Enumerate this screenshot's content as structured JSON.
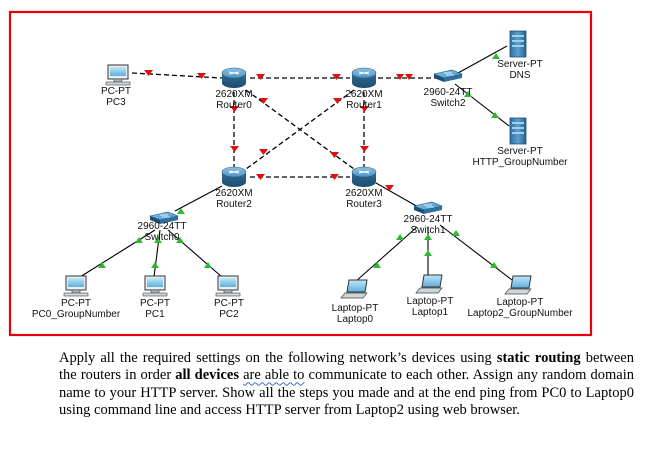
{
  "devices": {
    "pc3": {
      "line1": "PC-PT",
      "line2": "PC3"
    },
    "router0": {
      "line1": "2620XM",
      "line2": "Router0"
    },
    "router1": {
      "line1": "2620XM",
      "line2": "Router1"
    },
    "router2": {
      "line1": "2620XM",
      "line2": "Router2"
    },
    "router3": {
      "line1": "2620XM",
      "line2": "Router3"
    },
    "switch2": {
      "line1": "2960-24TT",
      "line2": "Switch2"
    },
    "switch0": {
      "line1": "2960-24TT",
      "line2": "Switch0"
    },
    "switch1": {
      "line1": "2960-24TT",
      "line2": "Switch1"
    },
    "server_dns": {
      "line1": "Server-PT",
      "line2": "DNS"
    },
    "server_http": {
      "line1": "Server-PT",
      "line2": "HTTP_GroupNumber"
    },
    "pc0": {
      "line1": "PC-PT",
      "line2": "PC0_GroupNumber"
    },
    "pc1": {
      "line1": "PC-PT",
      "line2": "PC1"
    },
    "pc2": {
      "line1": "PC-PT",
      "line2": "PC2"
    },
    "laptop0": {
      "line1": "Laptop-PT",
      "line2": "Laptop0"
    },
    "laptop1": {
      "line1": "Laptop-PT",
      "line2": "Laptop1"
    },
    "laptop2": {
      "line1": "Laptop-PT",
      "line2": "Laptop2_GroupNumber"
    }
  },
  "task": {
    "t1": "Apply all the required settings on the following network’s devices using ",
    "t2": "static routing",
    "t3": " between the routers in order ",
    "t4": "all devices",
    "t5": " ",
    "t6": "are able to",
    "t7": " communicate to each other. Assign any random domain name to your HTTP server. Show all the steps you made and at the end ping from PC0 to Laptop0 using command line and access HTTP server from Laptop2 using web browser."
  },
  "colors": {
    "frame": "#e8000b",
    "serial_link": "#000000",
    "serial_marker": "#e01010",
    "ethernet_link": "#000000",
    "ethernet_marker": "#2fb82f",
    "router_body": "#3f7fa8",
    "switch_body": "#3f86b3"
  }
}
